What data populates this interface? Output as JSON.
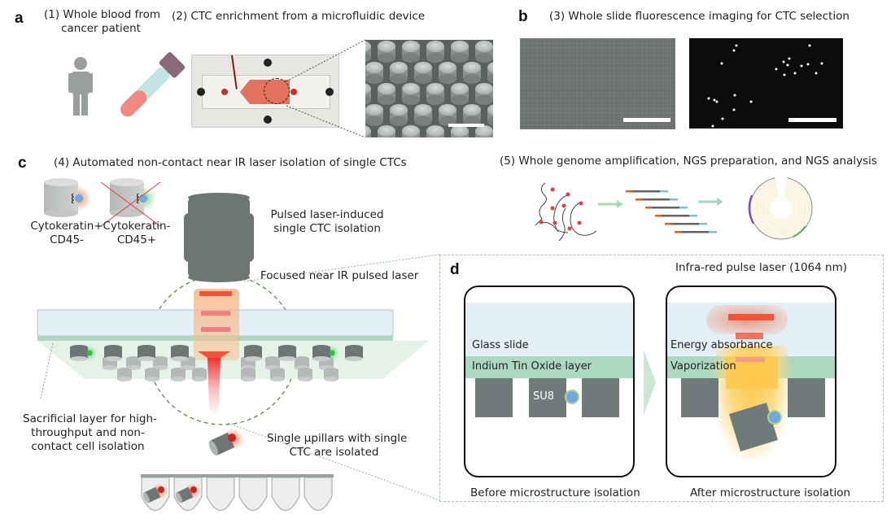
{
  "panels": {
    "a": {
      "letter": "a"
    },
    "b": {
      "letter": "b"
    },
    "c": {
      "letter": "c"
    },
    "d": {
      "letter": "d"
    }
  },
  "steps": {
    "s1": {
      "line1": "(1) Whole blood from",
      "line2": "cancer patient"
    },
    "s2": {
      "label": "(2) CTC enrichment from a microfluidic device"
    },
    "s3": {
      "label": "(3) Whole slide fluorescence imaging for CTC selection"
    },
    "s4": {
      "label": "(4) Automated non-contact near IR laser isolation of single CTCs"
    },
    "s5": {
      "label": "(5) Whole genome amplification, NGS preparation, and NGS analysis"
    }
  },
  "panel_c": {
    "marker_pos": {
      "line1": "Cytokeratin+",
      "line2": "CD45-"
    },
    "marker_neg": {
      "line1": "Cytokeratin-",
      "line2": "CD45+"
    },
    "pulsed_laser": {
      "line1": "Pulsed laser-induced",
      "line2": "single CTC isolation"
    },
    "focused_laser": "Focused near IR pulsed laser",
    "sacrificial": {
      "line1": "Sacrificial layer for high-",
      "line2": "throughput and non-",
      "line3": "contact cell isolation"
    },
    "single_pillars": {
      "line1": "Single µpillars with single",
      "line2": "CTC are isolated"
    },
    "tube_count": 6,
    "filled_tubes": 2
  },
  "panel_d": {
    "laser_label": "Infra-red pulse laser (1064 nm)",
    "glass_slide": "Glass slide",
    "ito_layer": "Indium Tin Oxide layer",
    "su8": "SU8",
    "energy": "Energy absorbance",
    "vaporization": "Vaporization",
    "before": "Before microstructure isolation",
    "after": "After microstructure isolation"
  },
  "colors": {
    "glass": "#e3eff6",
    "ito": "#acd8bf",
    "pillar": "#6f7a7a",
    "laser": "#f0543c",
    "cell_blue": "#6fa8dc",
    "cell_green_ring": "#a8d88a",
    "arrow_green": "#b8e0c8",
    "dashed_green": "#7aa872",
    "tube_red": "#f08a80",
    "tube_cap": "#8a6a78",
    "tube_body": "#c4e4e4",
    "person": "#9a9e9e"
  }
}
